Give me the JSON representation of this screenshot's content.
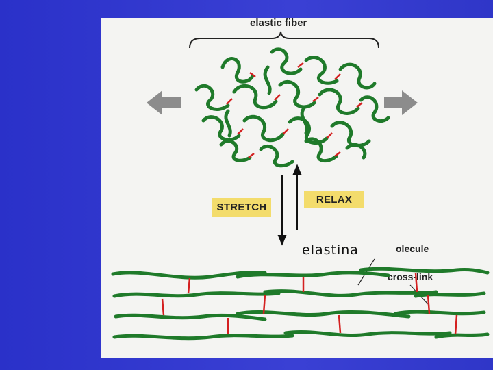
{
  "diagram": {
    "title": "elastic fiber",
    "stretch_label": "STRETCH",
    "relax_label": "RELAX",
    "molecule_label": "olecule",
    "crosslink_label": "cross-link",
    "overlay_label": "elastina"
  },
  "colors": {
    "background": "#2f36c8",
    "panel": "#f4f4f2",
    "fiber": "#1f7a2a",
    "crosslink": "#d42020",
    "arrow": "#8c8c8c",
    "label_box": "#f3dc6c"
  }
}
